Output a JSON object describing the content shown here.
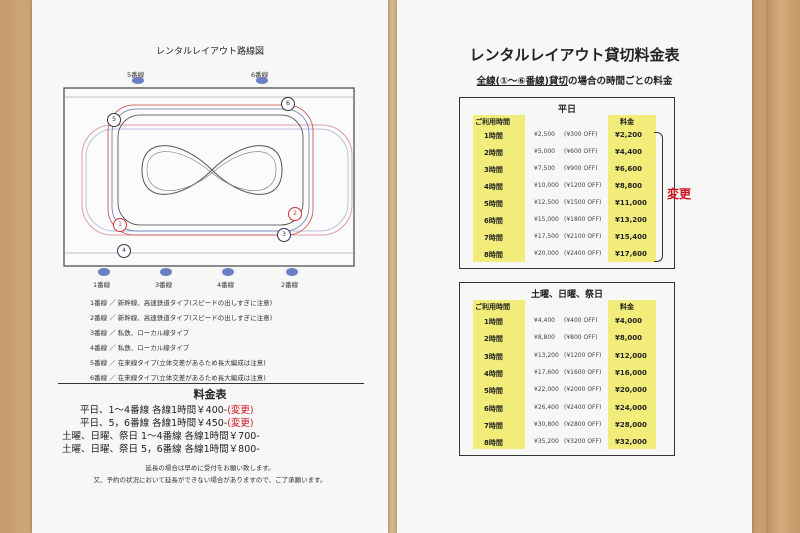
{
  "left": {
    "title": "レンタルレイアウト路線図",
    "top_lines": [
      "5番線",
      "6番線"
    ],
    "bottom_lines": [
      "1番線",
      "3番線",
      "4番線",
      "2番線"
    ],
    "circles": [
      "5",
      "6",
      "1",
      "2",
      "3",
      "4"
    ],
    "legend": [
      "1番線 ／ 新幹線、高速鉄道タイプ(スピードの出しすぎに注意)",
      "2番線 ／ 新幹線、高速鉄道タイプ(スピードの出しすぎに注意)",
      "3番線 ／ 私鉄、ローカル線タイプ",
      "4番線 ／ 私鉄、ローカル線タイプ",
      "5番線 ／ 在来線タイプ(立体交差があるため長大編成は注意)",
      "6番線 ／ 在来線タイプ(立体交差があるため長大編成は注意)"
    ],
    "fee_title": "料金表",
    "fee_lines": [
      {
        "text": "平日、1～4番線 各線1時間￥400-",
        "change": "(変更)"
      },
      {
        "text": "平日、5，6番線 各線1時間￥450-",
        "change": "(変更)"
      },
      {
        "text": "土曜、日曜、祭日 1～4番線 各線1時間￥700-",
        "change": ""
      },
      {
        "text": "土曜、日曜、祭日 5，6番線 各線1時間￥800-",
        "change": ""
      }
    ],
    "notes": [
      "延長の場合は早めに受付をお願い致します。",
      "又、予約の状況において延長ができない場合がありますので、ご了承願います。"
    ]
  },
  "right": {
    "title": "レンタルレイアウト貸切料金表",
    "subtitle_underlined": "全線(①～⑥番線)貸切",
    "subtitle_rest": "の場合の時間ごとの料金",
    "change_label": "変更",
    "weekday": {
      "heading": "平日",
      "col_time": "ご利用時間",
      "col_price": "料金",
      "rows": [
        {
          "time": "1時間",
          "base": "¥2,500",
          "off": "(¥300 OFF)",
          "price": "¥2,200"
        },
        {
          "time": "2時間",
          "base": "¥5,000",
          "off": "(¥600 OFF)",
          "price": "¥4,400"
        },
        {
          "time": "3時間",
          "base": "¥7,500",
          "off": "(¥900 OFF)",
          "price": "¥6,600"
        },
        {
          "time": "4時間",
          "base": "¥10,000",
          "off": "(¥1200 OFF)",
          "price": "¥8,800"
        },
        {
          "time": "5時間",
          "base": "¥12,500",
          "off": "(¥1500 OFF)",
          "price": "¥11,000"
        },
        {
          "time": "6時間",
          "base": "¥15,000",
          "off": "(¥1800 OFF)",
          "price": "¥13,200"
        },
        {
          "time": "7時間",
          "base": "¥17,500",
          "off": "(¥2100 OFF)",
          "price": "¥15,400"
        },
        {
          "time": "8時間",
          "base": "¥20,000",
          "off": "(¥2400 OFF)",
          "price": "¥17,600"
        }
      ]
    },
    "weekend": {
      "heading": "土曜、日曜、祭日",
      "col_time": "ご利用時間",
      "col_price": "料金",
      "rows": [
        {
          "time": "1時間",
          "base": "¥4,400",
          "off": "(¥400 OFF)",
          "price": "¥4,000"
        },
        {
          "time": "2時間",
          "base": "¥8,800",
          "off": "(¥800 OFF)",
          "price": "¥8,000"
        },
        {
          "time": "3時間",
          "base": "¥13,200",
          "off": "(¥1200 OFF)",
          "price": "¥12,000"
        },
        {
          "time": "4時間",
          "base": "¥17,600",
          "off": "(¥1600 OFF)",
          "price": "¥16,000"
        },
        {
          "time": "5時間",
          "base": "¥22,000",
          "off": "(¥2000 OFF)",
          "price": "¥20,000"
        },
        {
          "time": "6時間",
          "base": "¥26,400",
          "off": "(¥2400 OFF)",
          "price": "¥24,000"
        },
        {
          "time": "7時間",
          "base": "¥30,800",
          "off": "(¥2800 OFF)",
          "price": "¥28,000"
        },
        {
          "time": "8時間",
          "base": "¥35,200",
          "off": "(¥3200 OFF)",
          "price": "¥32,000"
        }
      ]
    }
  }
}
